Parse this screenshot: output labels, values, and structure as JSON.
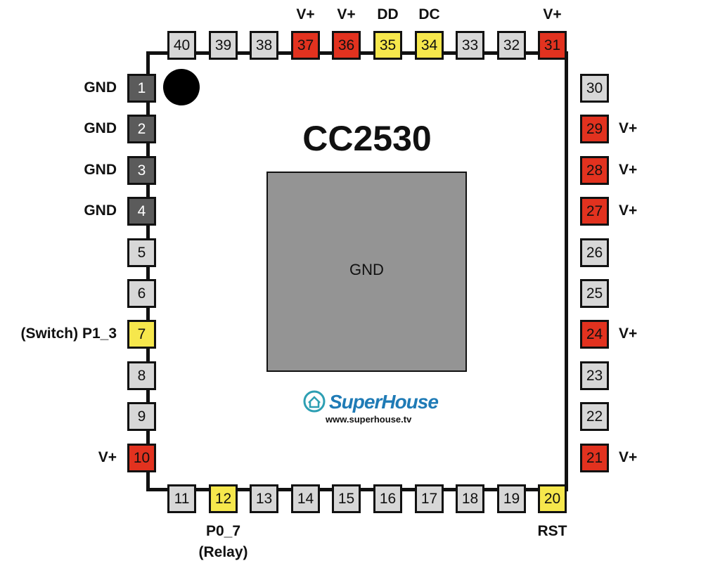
{
  "chip": {
    "title": "CC2530",
    "center_pad_label": "GND"
  },
  "logo": {
    "brand": "SuperHouse",
    "url": "www.superhouse.tv"
  },
  "pin_colors": {
    "gnd": "#5b5b5b",
    "vplus": "#e2321f",
    "yellow": "#f6e74c",
    "plain": "#d7d7d7"
  },
  "pins": {
    "left": [
      {
        "number": "1",
        "type": "gnd",
        "label": "GND"
      },
      {
        "number": "2",
        "type": "gnd",
        "label": "GND"
      },
      {
        "number": "3",
        "type": "gnd",
        "label": "GND"
      },
      {
        "number": "4",
        "type": "gnd",
        "label": "GND"
      },
      {
        "number": "5",
        "type": "plain",
        "label": ""
      },
      {
        "number": "6",
        "type": "plain",
        "label": ""
      },
      {
        "number": "7",
        "type": "yellow",
        "label": "(Switch) P1_3"
      },
      {
        "number": "8",
        "type": "plain",
        "label": ""
      },
      {
        "number": "9",
        "type": "plain",
        "label": ""
      },
      {
        "number": "10",
        "type": "vplus",
        "label": "V+"
      }
    ],
    "bottom": [
      {
        "number": "11",
        "type": "plain",
        "label": ""
      },
      {
        "number": "12",
        "type": "yellow",
        "label": "P0_7\n(Relay)"
      },
      {
        "number": "13",
        "type": "plain",
        "label": ""
      },
      {
        "number": "14",
        "type": "plain",
        "label": ""
      },
      {
        "number": "15",
        "type": "plain",
        "label": ""
      },
      {
        "number": "16",
        "type": "plain",
        "label": ""
      },
      {
        "number": "17",
        "type": "plain",
        "label": ""
      },
      {
        "number": "18",
        "type": "plain",
        "label": ""
      },
      {
        "number": "19",
        "type": "plain",
        "label": ""
      },
      {
        "number": "20",
        "type": "yellow",
        "label": "RST"
      }
    ],
    "right": [
      {
        "number": "21",
        "type": "vplus",
        "label": "V+"
      },
      {
        "number": "22",
        "type": "plain",
        "label": ""
      },
      {
        "number": "23",
        "type": "plain",
        "label": ""
      },
      {
        "number": "24",
        "type": "vplus",
        "label": "V+"
      },
      {
        "number": "25",
        "type": "plain",
        "label": ""
      },
      {
        "number": "26",
        "type": "plain",
        "label": ""
      },
      {
        "number": "27",
        "type": "vplus",
        "label": "V+"
      },
      {
        "number": "28",
        "type": "vplus",
        "label": "V+"
      },
      {
        "number": "29",
        "type": "vplus",
        "label": "V+"
      },
      {
        "number": "30",
        "type": "plain",
        "label": ""
      }
    ],
    "top": [
      {
        "number": "31",
        "type": "vplus",
        "label": "V+"
      },
      {
        "number": "32",
        "type": "plain",
        "label": ""
      },
      {
        "number": "33",
        "type": "plain",
        "label": ""
      },
      {
        "number": "34",
        "type": "yellow",
        "label": "DC"
      },
      {
        "number": "35",
        "type": "yellow",
        "label": "DD"
      },
      {
        "number": "36",
        "type": "vplus",
        "label": "V+"
      },
      {
        "number": "37",
        "type": "vplus",
        "label": "V+"
      },
      {
        "number": "38",
        "type": "plain",
        "label": ""
      },
      {
        "number": "39",
        "type": "plain",
        "label": ""
      },
      {
        "number": "40",
        "type": "plain",
        "label": ""
      }
    ]
  }
}
